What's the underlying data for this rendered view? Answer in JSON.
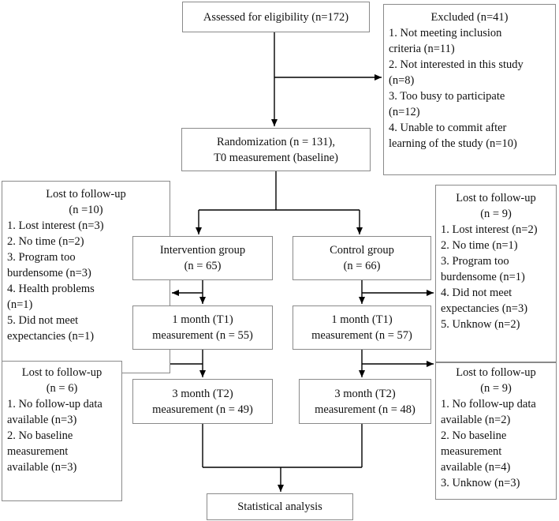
{
  "assessed": {
    "lines": [
      "Assessed for eligibility (n=172)"
    ]
  },
  "excluded": {
    "title": "Excluded (n=41)",
    "items": [
      "1. Not meeting inclusion",
      "criteria (n=11)",
      "2. Not interested in this study",
      "(n=8)",
      "3. Too busy to participate",
      "(n=12)",
      "4. Unable to commit after",
      "learning of the study (n=10)"
    ]
  },
  "randomization": {
    "lines": [
      "Randomization (n = 131),",
      "T0 measurement (baseline)"
    ]
  },
  "lost_intervention_1": {
    "title": [
      "Lost to follow-up",
      "(n =10)"
    ],
    "items": [
      "1. Lost interest (n=3)",
      "2. No time (n=2)",
      "3. Program too",
      "burdensome (n=3)",
      "4. Health problems",
      "(n=1)",
      "5. Did not meet",
      "expectancies (n=1)"
    ]
  },
  "lost_control_1": {
    "title": [
      "Lost to follow-up",
      "(n = 9)"
    ],
    "items": [
      "1. Lost interest (n=2)",
      "2. No time (n=1)",
      "3. Program too",
      "burdensome (n=1)",
      "4. Did not meet",
      "expectancies (n=3)",
      "5. Unknow (n=2)"
    ]
  },
  "intervention_group": {
    "lines": [
      "Intervention group",
      "(n = 65)"
    ]
  },
  "control_group": {
    "lines": [
      "Control group",
      "(n = 66)"
    ]
  },
  "intervention_t1": {
    "lines": [
      "1 month (T1)",
      "measurement (n = 55)"
    ]
  },
  "control_t1": {
    "lines": [
      "1 month (T1)",
      "measurement (n = 57)"
    ]
  },
  "lost_intervention_2": {
    "title": [
      "Lost to follow-up",
      "(n = 6)"
    ],
    "items": [
      "1. No follow-up data",
      "available (n=3)",
      "2. No baseline",
      "measurement",
      "available (n=3)"
    ]
  },
  "lost_control_2": {
    "title": [
      "Lost to follow-up",
      "(n = 9)"
    ],
    "items": [
      "1. No follow-up data",
      "available (n=2)",
      "2. No baseline",
      "measurement",
      "available (n=4)",
      "3. Unknow (n=3)"
    ]
  },
  "intervention_t2": {
    "lines": [
      "3 month (T2)",
      "measurement (n = 49)"
    ]
  },
  "control_t2": {
    "lines": [
      "3 month (T2)",
      "measurement (n = 48)"
    ]
  },
  "analysis": {
    "lines": [
      "Statistical analysis"
    ]
  }
}
